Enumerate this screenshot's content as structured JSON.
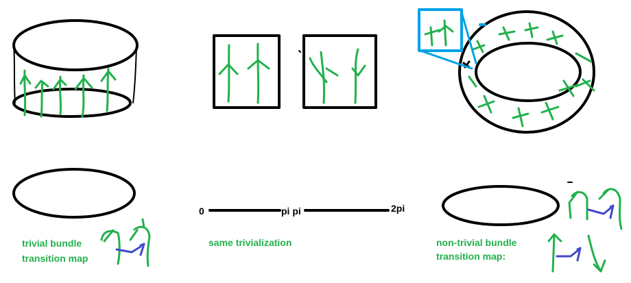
{
  "labels": {
    "trivial_caption_line1": "trivial bundle",
    "trivial_caption_line2": "transition map",
    "axis_start": "0",
    "axis_mid": "pi pi",
    "axis_end": "2pi",
    "middle_caption": "same trivialization",
    "nontrivial_caption_line1": "non-trivial bundle",
    "nontrivial_caption_line2": "transition map:"
  },
  "colors": {
    "ink": "#000000",
    "fiber": "#22b14c",
    "map": "#3f48cc",
    "highlight": "#00a2e8"
  },
  "icons": {
    "cylinder": "cylinder-icon",
    "square": "square-icon",
    "torus": "torus-icon",
    "circle": "circle-icon",
    "zoom": "zoom-box-icon"
  }
}
